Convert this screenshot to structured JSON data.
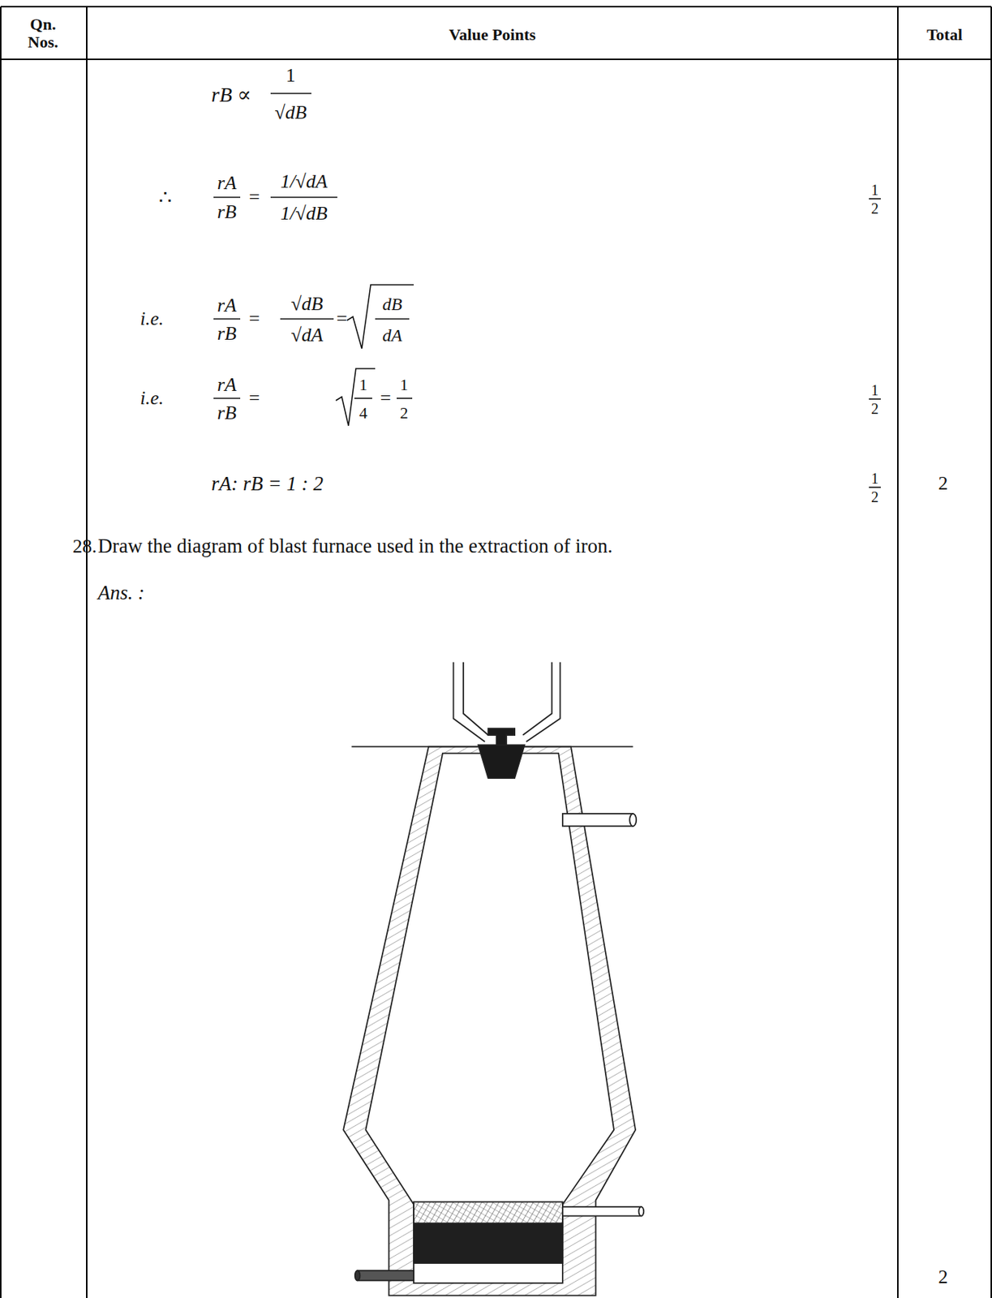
{
  "diagram": {
    "labels": [
      "Qn. Nos.",
      "Value Points",
      "Total",
      "rB ∝",
      "1",
      "√dB",
      "∴",
      "rA",
      "rB",
      "=",
      "1/√dA",
      "1/√dB",
      "1",
      "2",
      "i.e.",
      "rA",
      "rB",
      "=",
      "√dB",
      "√dA",
      "=",
      "dB",
      "dA",
      "i.e.",
      "rA",
      "rB",
      "=",
      "1",
      "4",
      "=",
      "1",
      "2",
      "1",
      "2",
      "rA: rB = 1 : 2",
      "1",
      "2",
      "2",
      "28.",
      "Draw the diagram of blast furnace used in the extraction of iron.",
      "Ans. :",
      "2"
    ]
  }
}
